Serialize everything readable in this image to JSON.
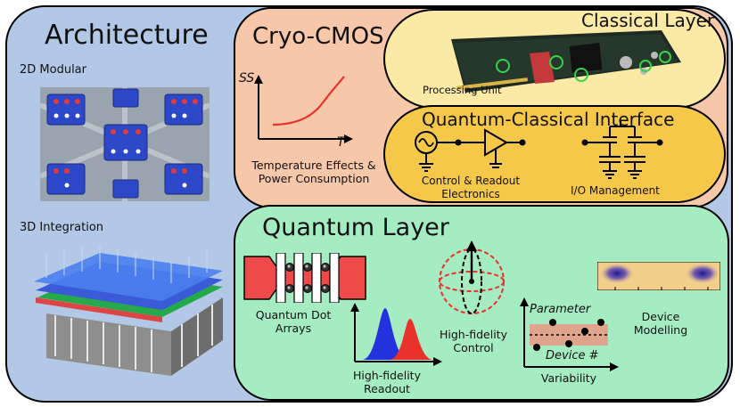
{
  "architecture": {
    "title": "Architecture",
    "modular_label": "2D Modular",
    "integration_label": "3D Integration"
  },
  "cryo": {
    "title": "Cryo-CMOS",
    "plot_y_label": "SS",
    "plot_x_label": "T",
    "caption_line1": "Temperature Effects &",
    "caption_line2": "Power Consumption"
  },
  "classical": {
    "title": "Classical Layer",
    "processing_label": "Processing Unit"
  },
  "interface": {
    "title": "Quantum-Classical Interface",
    "control_line1": "Control & Readout",
    "control_line2": "Electronics",
    "io_label": "I/O Management"
  },
  "quantum": {
    "title": "Quantum Layer",
    "qd_line1": "Quantum Dot",
    "qd_line2": "Arrays",
    "readout_line1": "High-fidelity",
    "readout_line2": "Readout",
    "control_line1": "High-fidelity",
    "control_line2": "Control",
    "variability_label": "Variability",
    "var_y_label": "Parameter",
    "var_x_label": "Device #",
    "modelling_line1": "Device",
    "modelling_line2": "Modelling"
  },
  "colors": {
    "architecture_bg": "#b3c8e6",
    "cryo_bg": "#f7c7aa",
    "classical_bg": "#fbe9a6",
    "interface_bg": "#f6c84a",
    "quantum_bg": "#a6ecc3",
    "curve_red": "#e8322b",
    "peak_blue": "#2233dd",
    "peak_red": "#e8322b"
  }
}
